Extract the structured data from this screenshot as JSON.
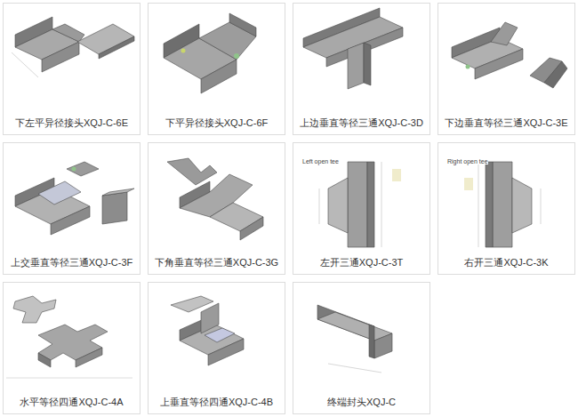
{
  "diagram": {
    "nodes": [
      {
        "text": [
          "下左平异径接头XQJ-C-6E"
        ]
      },
      {
        "text": [
          "下平异径接头XQJ-C-6F"
        ]
      },
      {
        "text": [
          "上边垂直等径三通XQJ-C-3D"
        ]
      },
      {
        "text": [
          "下边垂直等径三通XQJ-C-3E"
        ]
      },
      {
        "text": [
          "上交垂直等径三通XQJ-C-3F"
        ]
      },
      {
        "text": [
          "下角垂直等径三通XQJ-C-3G"
        ]
      },
      {
        "text": [
          "左开三通XQJ-C-3T"
        ]
      },
      {
        "text": [
          "右开三通XQJ-C-3K"
        ]
      },
      {
        "text": [
          "水平等径四通XQJ-C-4A"
        ]
      },
      {
        "text": [
          "上垂直等径四通XQJ-C-4B"
        ]
      },
      {
        "text": [
          "终端封头XQJ-C"
        ]
      }
    ],
    "labels": [
      "Left open tee",
      "Right open tee"
    ]
  }
}
